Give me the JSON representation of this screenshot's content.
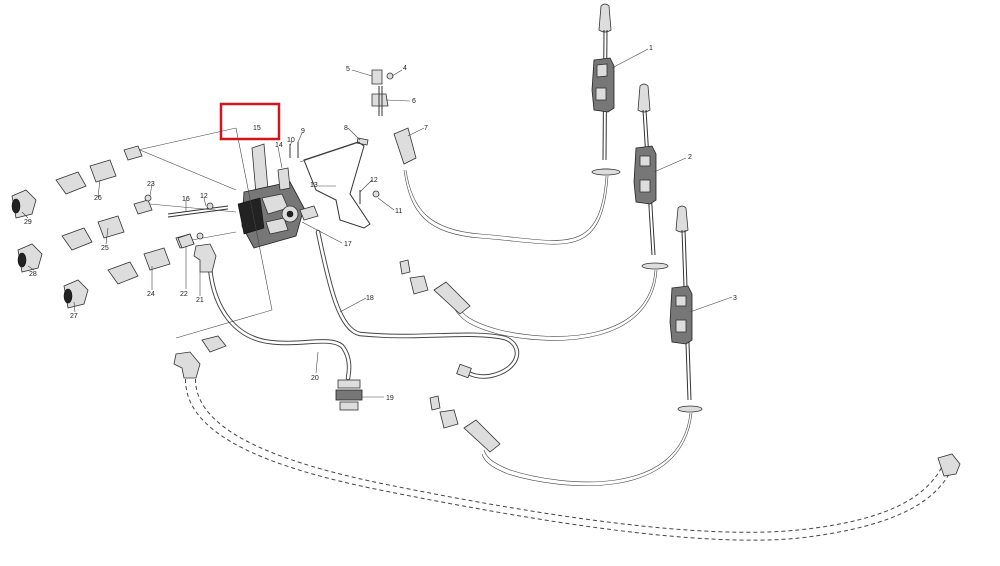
{
  "diagram": {
    "callouts": [
      {
        "id": "c1",
        "label": "1"
      },
      {
        "id": "c2",
        "label": "2"
      },
      {
        "id": "c3",
        "label": "3"
      },
      {
        "id": "c4",
        "label": "4"
      },
      {
        "id": "c5",
        "label": "5"
      },
      {
        "id": "c6",
        "label": "6"
      },
      {
        "id": "c7",
        "label": "7"
      },
      {
        "id": "c8",
        "label": "8"
      },
      {
        "id": "c9",
        "label": "9"
      },
      {
        "id": "c10",
        "label": "10"
      },
      {
        "id": "c11",
        "label": "11"
      },
      {
        "id": "c12a",
        "label": "12"
      },
      {
        "id": "c12b",
        "label": "12"
      },
      {
        "id": "c13",
        "label": "13"
      },
      {
        "id": "c14",
        "label": "14"
      },
      {
        "id": "c15",
        "label": "15"
      },
      {
        "id": "c16",
        "label": "16"
      },
      {
        "id": "c17",
        "label": "17"
      },
      {
        "id": "c18",
        "label": "18"
      },
      {
        "id": "c19",
        "label": "19"
      },
      {
        "id": "c20",
        "label": "20"
      },
      {
        "id": "c21",
        "label": "21"
      },
      {
        "id": "c22",
        "label": "22"
      },
      {
        "id": "c23",
        "label": "23"
      },
      {
        "id": "c24",
        "label": "24"
      },
      {
        "id": "c25",
        "label": "25"
      },
      {
        "id": "c26",
        "label": "26"
      },
      {
        "id": "c27",
        "label": "27"
      },
      {
        "id": "c28",
        "label": "28"
      },
      {
        "id": "c29",
        "label": "29"
      }
    ],
    "highlight": {
      "target": "15",
      "color": "#d4141c"
    }
  }
}
